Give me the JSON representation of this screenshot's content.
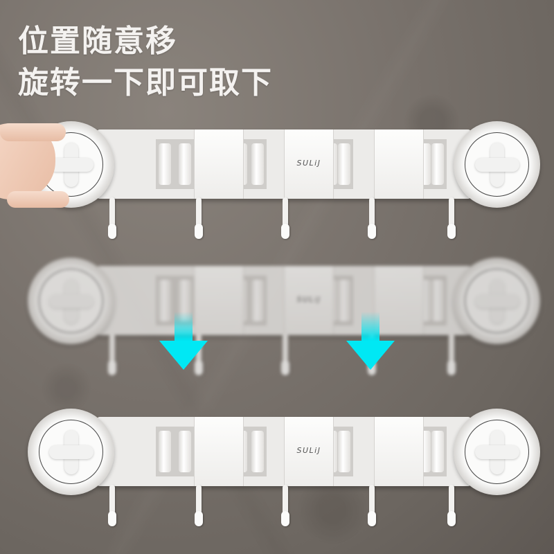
{
  "headline": {
    "line1": "位置随意移",
    "line2": "旋转一下即可取下"
  },
  "product": {
    "brand": "SULiJ",
    "hook_count": 5
  },
  "colors": {
    "arrow": "#00e8f4",
    "background": "#736c66",
    "product": "#f2f1ef"
  },
  "panels": [
    {
      "name": "rack-top",
      "state": "hand rotating suction cup"
    },
    {
      "name": "rack-middle",
      "state": "blurred, sliding down"
    },
    {
      "name": "rack-bottom",
      "state": "removed"
    }
  ],
  "icons": {
    "arrow": "arrow-down-icon",
    "cross": "cross-knob-icon"
  }
}
